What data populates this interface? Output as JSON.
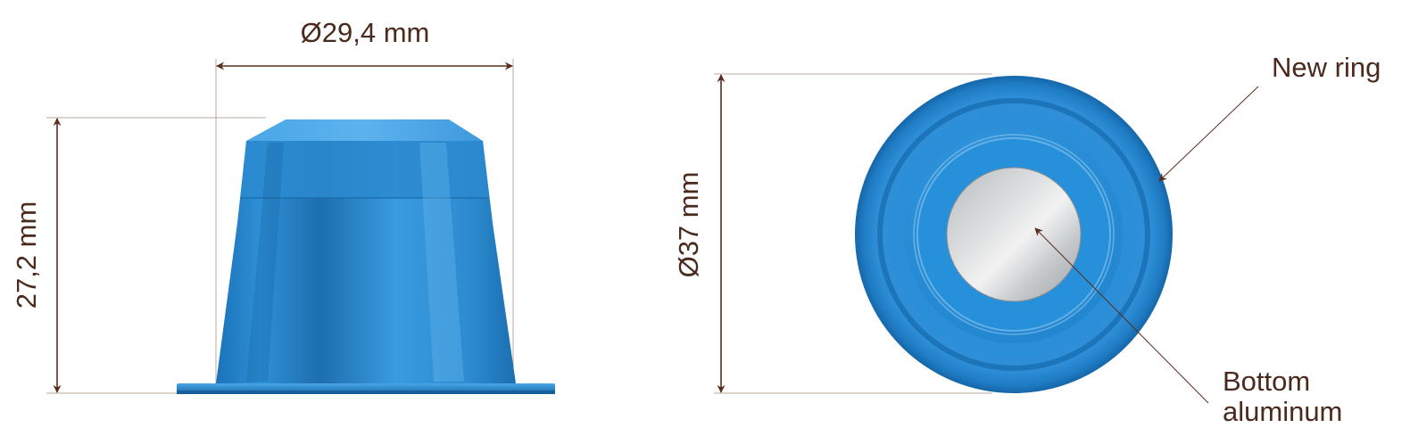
{
  "side_view": {
    "width_label": "Ø29,4 mm",
    "height_label": "27,2 mm"
  },
  "bottom_view": {
    "diameter_label": "Ø37 mm",
    "callout_ring_label": "New ring",
    "callout_bottom_label_line1": "Bottom",
    "callout_bottom_label_line2": "aluminum"
  },
  "colors": {
    "capsule_blue": "#2a8ad4",
    "capsule_dark": "#1466a8",
    "dimension_line": "#5a2e1e",
    "text": "#4a2a1c",
    "aluminum": "#c9cdd0"
  }
}
